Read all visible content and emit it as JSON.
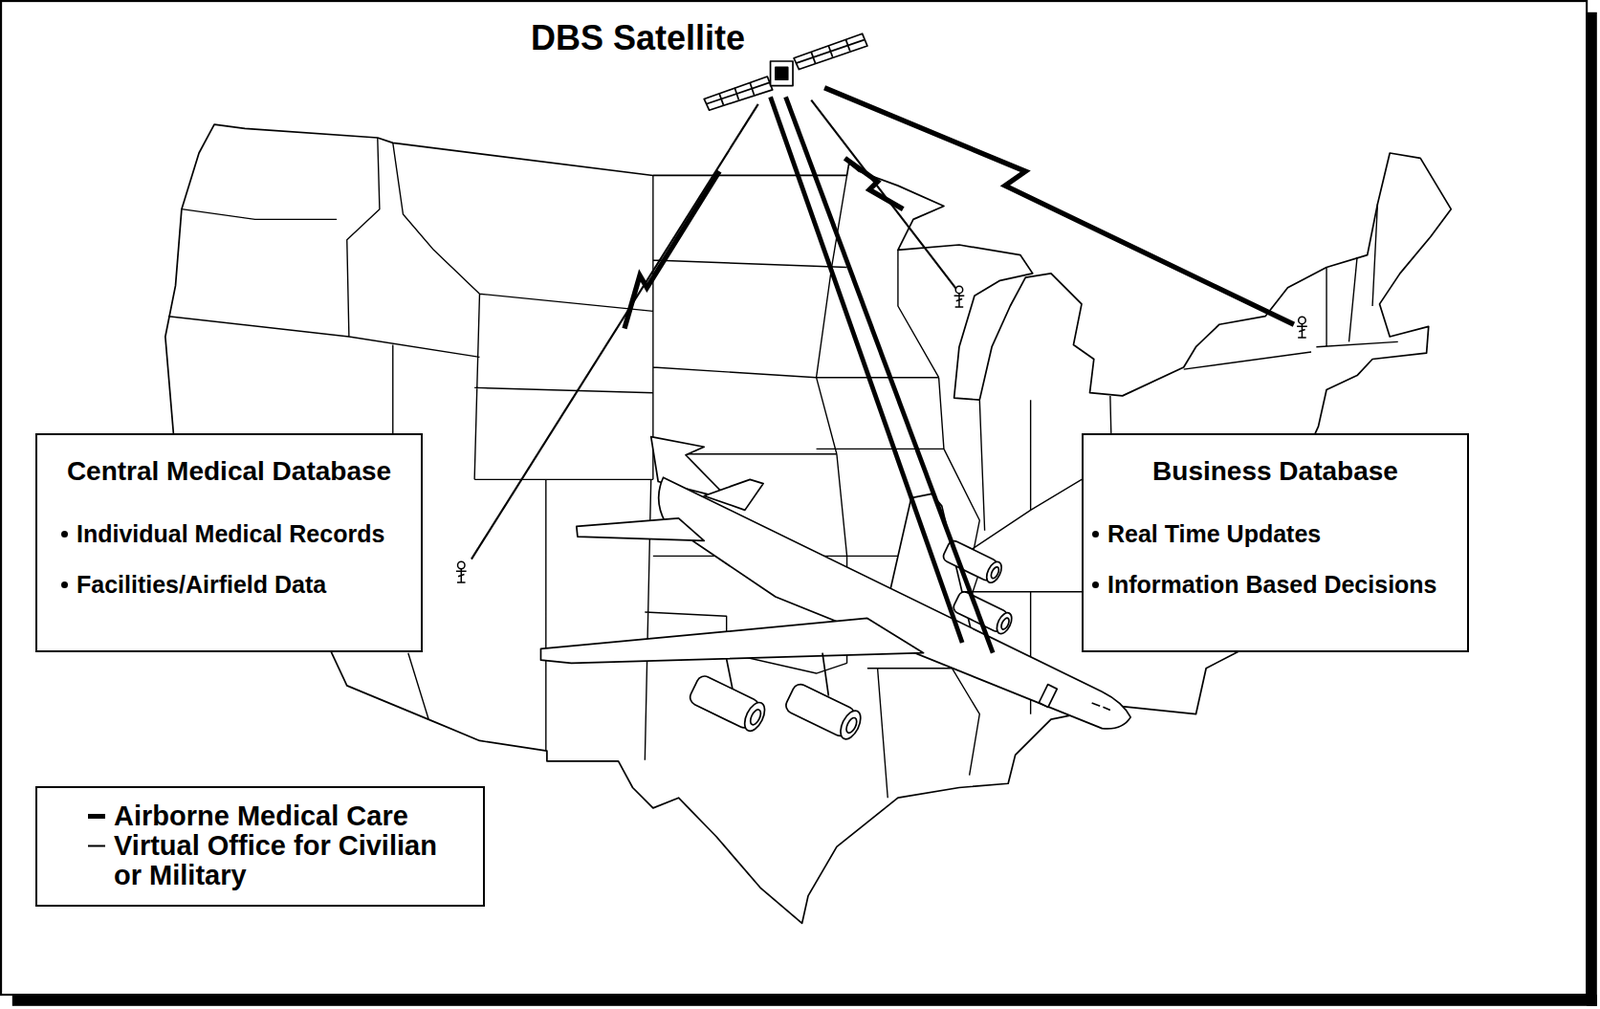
{
  "diagram": {
    "nodes": [
      {
        "text": [
          "Central Medical Database",
          "Individual Medical Records",
          "Facilities/Airfield Data"
        ]
      },
      {
        "text": [
          "Business Database",
          "Real Time Updates",
          "Information Based Decisions"
        ]
      }
    ],
    "labels": [
      "DBS Satellite"
    ],
    "legend": [
      {
        "text": "Airborne Medical Care"
      },
      {
        "text": "Virtual Office for Civilian or Military"
      }
    ]
  }
}
